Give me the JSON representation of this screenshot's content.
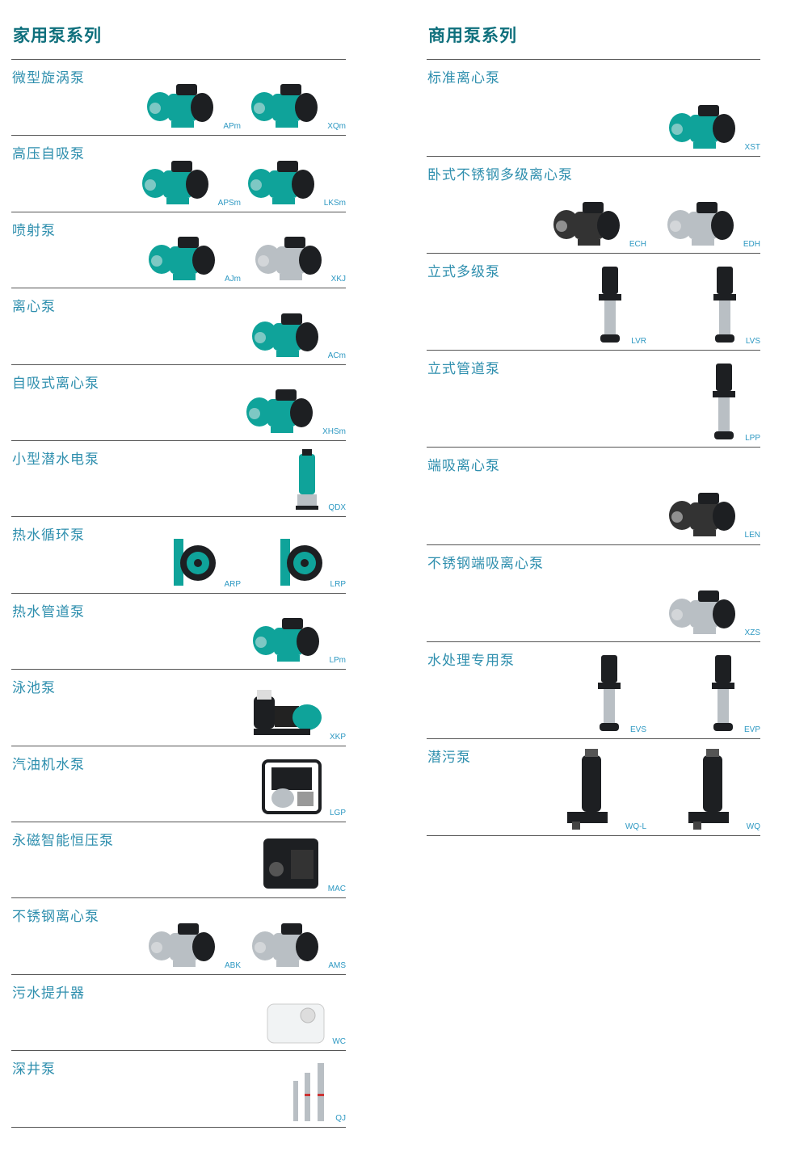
{
  "colors": {
    "heading": "#0e6f7c",
    "category": "#2f8fae",
    "model": "#2d98c2",
    "teal": "#0fa39a",
    "motor": "#1d1f22",
    "steel": "#b9bfc4"
  },
  "left": {
    "heading": "家用泵系列",
    "rows": [
      {
        "title": "微型旋涡泵",
        "products": [
          {
            "model": "APm",
            "icon": "teal-pump"
          },
          {
            "model": "XQm",
            "icon": "teal-pump"
          }
        ]
      },
      {
        "title": "高压自吸泵",
        "products": [
          {
            "model": "APSm",
            "icon": "teal-pump"
          },
          {
            "model": "LKSm",
            "icon": "teal-pump"
          }
        ]
      },
      {
        "title": "喷射泵",
        "products": [
          {
            "model": "AJm",
            "icon": "teal-pump"
          },
          {
            "model": "XKJ",
            "icon": "steel-pump"
          }
        ]
      },
      {
        "title": "离心泵",
        "products": [
          {
            "model": "ACm",
            "icon": "teal-pump"
          }
        ]
      },
      {
        "title": "自吸式离心泵",
        "products": [
          {
            "model": "XHSm",
            "icon": "teal-pump"
          }
        ]
      },
      {
        "title": "小型潜水电泵",
        "products": [
          {
            "model": "QDX",
            "icon": "submersible-teal"
          }
        ]
      },
      {
        "title": "热水循环泵",
        "products": [
          {
            "model": "ARP",
            "icon": "circulator"
          },
          {
            "model": "LRP",
            "icon": "circulator"
          }
        ]
      },
      {
        "title": "热水管道泵",
        "products": [
          {
            "model": "LPm",
            "icon": "teal-pump"
          }
        ]
      },
      {
        "title": "泳池泵",
        "products": [
          {
            "model": "XKP",
            "icon": "pool-pump"
          }
        ]
      },
      {
        "title": "汽油机水泵",
        "products": [
          {
            "model": "LGP",
            "icon": "gasoline-pump"
          }
        ]
      },
      {
        "title": "永磁智能恒压泵",
        "products": [
          {
            "model": "MAC",
            "icon": "black-box-pump"
          }
        ]
      },
      {
        "title": "不锈钢离心泵",
        "products": [
          {
            "model": "ABK",
            "icon": "steel-pump"
          },
          {
            "model": "AMS",
            "icon": "steel-pump"
          }
        ]
      },
      {
        "title": "污水提升器",
        "products": [
          {
            "model": "WC",
            "icon": "lifting-station"
          }
        ]
      },
      {
        "title": "深井泵",
        "products": [
          {
            "model": "QJ",
            "icon": "deep-well"
          }
        ]
      }
    ]
  },
  "right": {
    "heading": "商用泵系列",
    "rows": [
      {
        "title": "标准离心泵",
        "products": [
          {
            "model": "XST",
            "icon": "teal-pump"
          }
        ]
      },
      {
        "title": "卧式不锈钢多级离心泵",
        "products": [
          {
            "model": "ECH",
            "icon": "black-horizontal"
          },
          {
            "model": "EDH",
            "icon": "steel-pump"
          }
        ]
      },
      {
        "title": "立式多级泵",
        "products": [
          {
            "model": "LVR",
            "icon": "vertical-pump"
          },
          {
            "model": "LVS",
            "icon": "vertical-pump"
          }
        ]
      },
      {
        "title": "立式管道泵",
        "products": [
          {
            "model": "LPP",
            "icon": "vertical-pump"
          }
        ]
      },
      {
        "title": "端吸离心泵",
        "products": [
          {
            "model": "LEN",
            "icon": "black-horizontal"
          }
        ]
      },
      {
        "title": "不锈钢端吸离心泵",
        "products": [
          {
            "model": "XZS",
            "icon": "steel-pump"
          }
        ]
      },
      {
        "title": "水处理专用泵",
        "products": [
          {
            "model": "EVS",
            "icon": "vertical-pump"
          },
          {
            "model": "EVP",
            "icon": "vertical-pump"
          }
        ]
      },
      {
        "title": "潜污泵",
        "products": [
          {
            "model": "WQ-L",
            "icon": "sewage-pump"
          },
          {
            "model": "WQ",
            "icon": "sewage-pump"
          }
        ]
      }
    ]
  }
}
